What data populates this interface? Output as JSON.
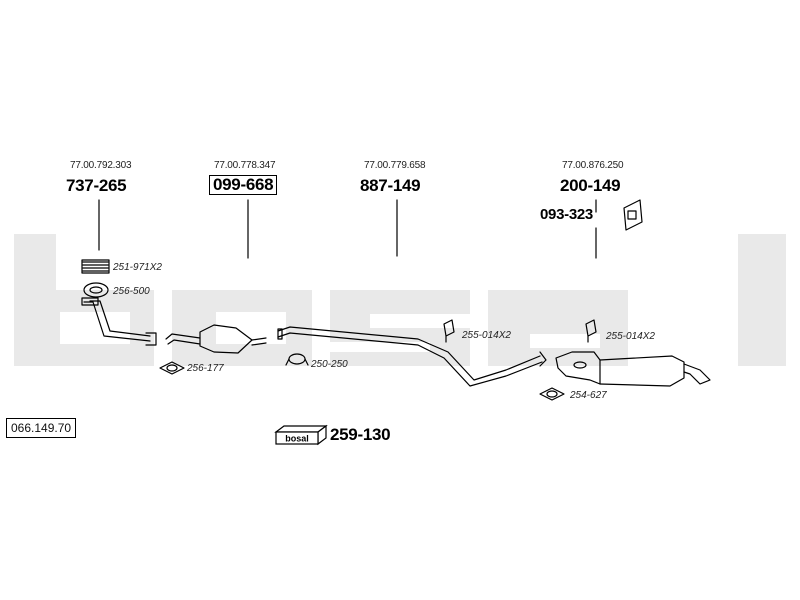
{
  "diagram_ref": "066.149.70",
  "watermark": "bosal",
  "groups": [
    {
      "oe_number": "77.00.792.303",
      "part_number": "737-265",
      "boxed": false
    },
    {
      "oe_number": "77.00.778.347",
      "part_number": "099-668",
      "boxed": true
    },
    {
      "oe_number": "77.00.779.658",
      "part_number": "887-149",
      "boxed": false
    },
    {
      "oe_number": "77.00.876.250",
      "part_number": "200-149",
      "boxed": false
    }
  ],
  "accessories": [
    {
      "code": "251-971X2"
    },
    {
      "code": "256-500"
    },
    {
      "code": "256-177"
    },
    {
      "code": "250-250"
    },
    {
      "code": "255-014X2"
    },
    {
      "code": "255-014X2"
    },
    {
      "code": "254-627"
    },
    {
      "code": "093-323"
    }
  ],
  "kit": {
    "logo_text": "bosal",
    "part_number": "259-130"
  }
}
